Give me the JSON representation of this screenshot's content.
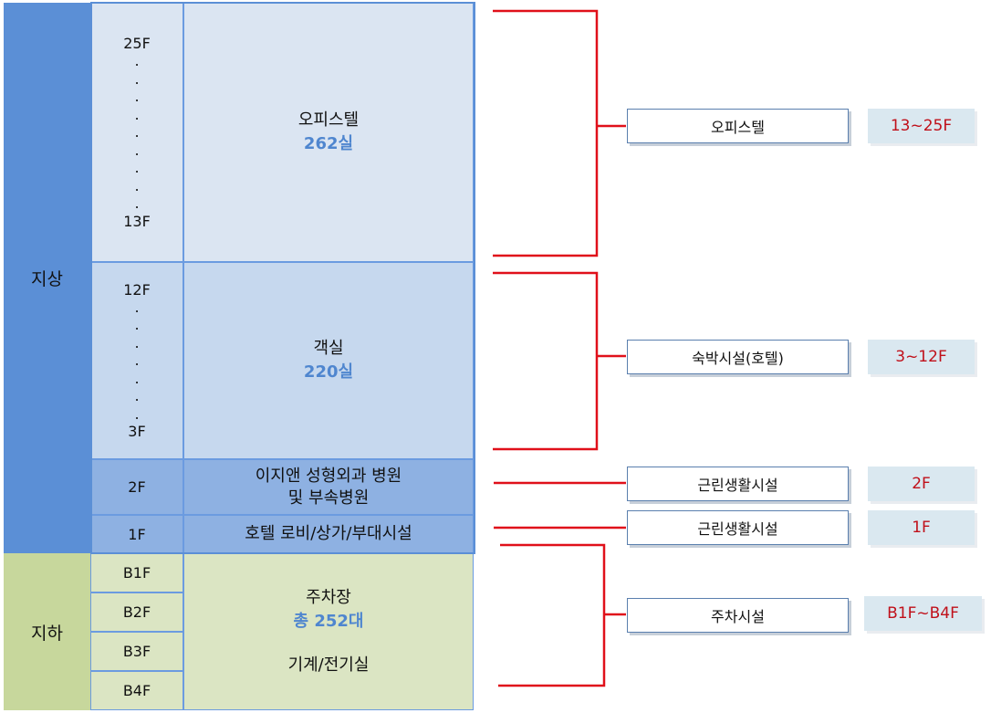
{
  "categories": {
    "above": "지상",
    "below": "지하"
  },
  "zones": {
    "office": {
      "floor_top": "25F",
      "floor_bottom": "13F",
      "dots": [
        ".",
        ".",
        ".",
        ".",
        ".",
        ".",
        ".",
        ".",
        "."
      ],
      "label": "오피스텔",
      "count": "262실"
    },
    "hotel": {
      "floor_top": "12F",
      "floor_bottom": "3F",
      "dots": [
        ".",
        ".",
        ".",
        ".",
        ".",
        ".",
        "."
      ],
      "label": "객실",
      "count": "220실"
    },
    "floor2": {
      "floor": "2F",
      "label_line1": "이지앤 성형외과 병원",
      "label_line2": "및 부속병원"
    },
    "floor1": {
      "floor": "1F",
      "label": "호텔 로비/상가/부대시설"
    },
    "basement": {
      "floors": [
        "B1F",
        "B2F",
        "B3F",
        "B4F"
      ],
      "label": "주차장",
      "count": "총 252대",
      "label2": "기계/전기실"
    }
  },
  "legend": [
    {
      "name": "오피스텔",
      "range": "13~25F"
    },
    {
      "name": "숙박시설(호텔)",
      "range": "3~12F"
    },
    {
      "name": "근린생활시설",
      "range": "2F"
    },
    {
      "name": "근린생활시설",
      "range": "1F"
    },
    {
      "name": "주차시설",
      "range": "B1F~B4F"
    }
  ],
  "colors": {
    "above": "#5b8fd6",
    "below": "#c7d79c",
    "accent": "#4f86cf",
    "connector": "#e0101a",
    "range_text": "#c0101a"
  }
}
